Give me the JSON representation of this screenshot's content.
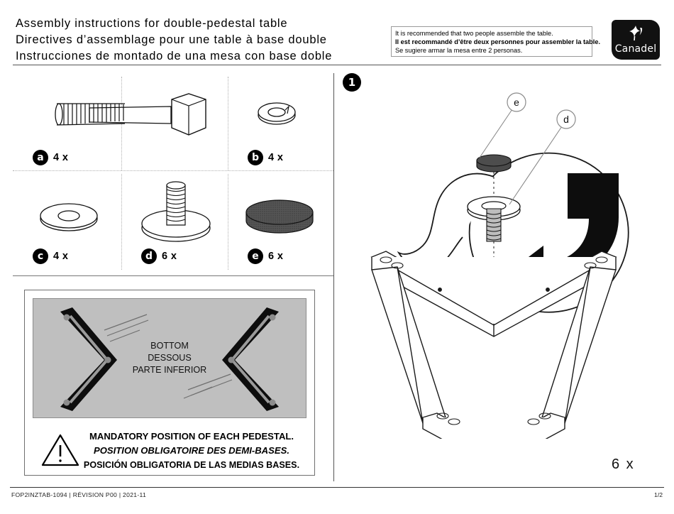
{
  "header": {
    "titles": [
      "Assembly instructions for double-pedestal table",
      "Directives d’assemblage pour une table à base double",
      "Instrucciones de montado de una mesa con base doble"
    ],
    "recommendation": [
      "It is recommended that two people assemble the table.",
      "Il est recommandé d’être deux personnes pour assembler la table.",
      "Se sugiere armar la mesa entre 2 personas."
    ],
    "logo": {
      "name": "Canadel",
      "icon": "leaf-icon",
      "background": "#111111",
      "foreground": "#ffffff"
    }
  },
  "parts": [
    {
      "letter": "a",
      "count": "4 x",
      "icon": "hex-bolt-icon"
    },
    {
      "letter": "b",
      "count": "4 x",
      "icon": "lock-washer-icon"
    },
    {
      "letter": "c",
      "count": "4 x",
      "icon": "flat-washer-icon"
    },
    {
      "letter": "d",
      "count": "6 x",
      "icon": "leveler-glide-icon"
    },
    {
      "letter": "e",
      "count": "6 x",
      "icon": "felt-pad-icon"
    }
  ],
  "bottom_panel": {
    "figure_labels": [
      "BOTTOM",
      "DESSOUS",
      "PARTE INFERIOR"
    ],
    "figure_fill": "#bfbfbf",
    "warning_icon": "warning-triangle-icon",
    "warning_lines": [
      "MANDATORY POSITION OF EACH PEDESTAL.",
      "POSITION OBLIGATOIRE DES DEMI-BASES.",
      "POSICIÓN OBLIGATORIA DE LAS MEDIAS BASES."
    ]
  },
  "step": {
    "number": "1",
    "callouts": [
      "e",
      "d"
    ],
    "count": "6 x",
    "rotation_icon": "rotate-arrow-icon"
  },
  "footer": {
    "document_code": "FOP2INZTAB-1094",
    "revision": "RÉVISION P00",
    "date": "2021-11",
    "separator": "  |  ",
    "page": "1/2"
  }
}
